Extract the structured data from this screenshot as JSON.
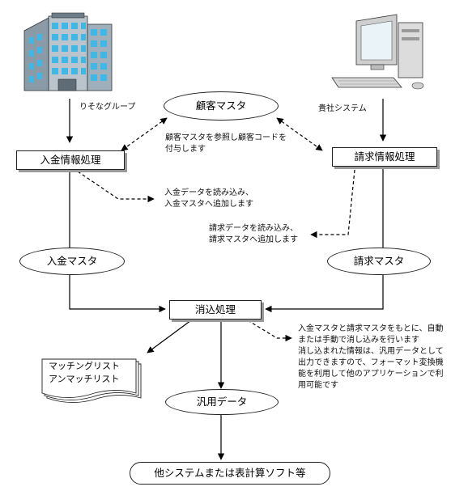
{
  "nodes": {
    "bank_label": "りそなグループ",
    "your_system_label": "貴社システム",
    "customer_master": "顧客マスタ",
    "deposit_processing": "入金情報処理",
    "billing_processing": "請求情報処理",
    "deposit_master": "入金マスタ",
    "billing_master": "請求マスタ",
    "reconciliation": "消込処理",
    "generic_data": "汎用データ",
    "other_systems": "他システムまたは表計算ソフト等",
    "report_matching": "マッチングリスト",
    "report_unmatching": "アンマッチリスト"
  },
  "notes": {
    "customer_code_1": "顧客マスタを参照し顧客コードを",
    "customer_code_2": "付与します",
    "deposit_read_1": "入金データを読み込み、",
    "deposit_read_2": "入金マスタへ追加します",
    "billing_read_1": "請求データを読み込み、",
    "billing_read_2": "請求マスタへ追加します",
    "recon_1": "入金マスタと請求マスタをもとに、自動",
    "recon_2": "または手動で消し込みを行います",
    "recon_3": "消し込まれた情報は、汎用データとして",
    "recon_4": "出力できますので、フォーマット変換機",
    "recon_5": "能を利用して他のアプリケーションで利",
    "recon_6": "用可能です"
  },
  "icons": {
    "building": "office-building-icon",
    "computer": "desktop-computer-icon"
  }
}
